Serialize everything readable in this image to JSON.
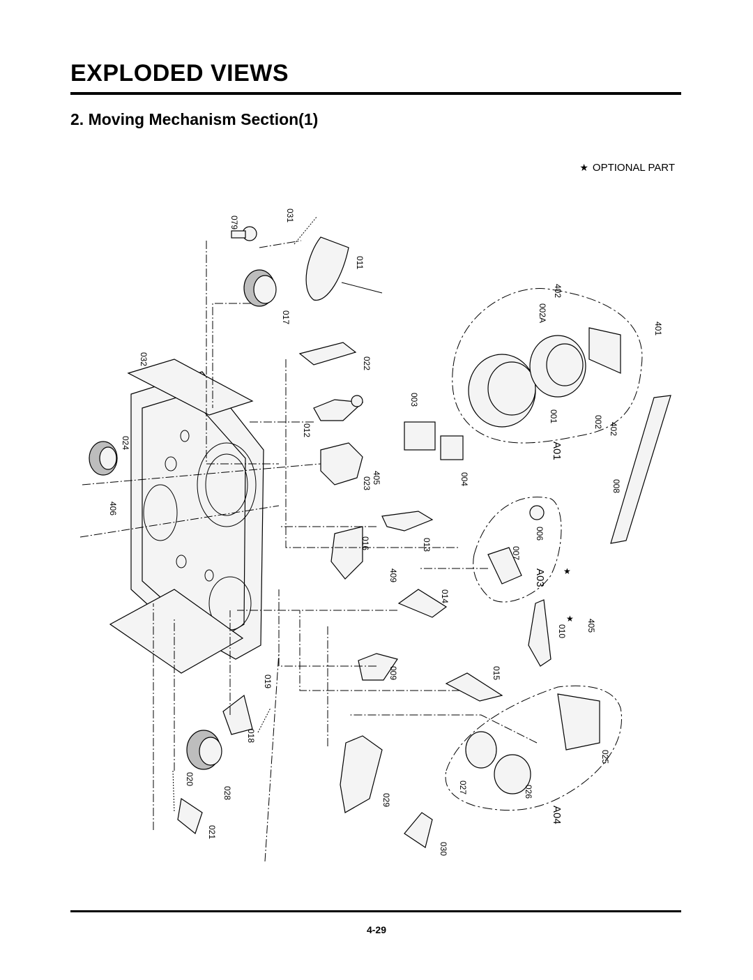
{
  "header": {
    "title": "EXPLODED VIEWS",
    "section": "2. Moving Mechanism Section(1)"
  },
  "legend": {
    "symbol": "★",
    "text": "OPTIONAL PART"
  },
  "callouts": {
    "c079": "079",
    "c031": "031",
    "c011": "011",
    "c017": "017",
    "c032": "032",
    "c022": "022",
    "c003": "003",
    "c012": "012",
    "c024": "024",
    "c405a": "405",
    "c023": "023",
    "c004": "004",
    "c406": "406",
    "c016": "016",
    "c013": "013",
    "c409": "409",
    "c014": "014",
    "c009": "009",
    "c015": "015",
    "c019": "019",
    "c018": "018",
    "c020": "020",
    "c028": "028",
    "c021": "021",
    "c029": "029",
    "c030": "030",
    "c402a": "402",
    "c002a": "002A",
    "c401": "401",
    "c001": "001",
    "c002": "002",
    "c402b": "402",
    "c008": "008",
    "c006": "006",
    "c007": "007",
    "c405b": "405",
    "c010": "010",
    "c025": "025",
    "c027": "027",
    "c026": "026"
  },
  "groups": {
    "a01": "A01",
    "a03": "A03",
    "a04": "A04"
  },
  "footer": {
    "page_number": "4-29"
  }
}
